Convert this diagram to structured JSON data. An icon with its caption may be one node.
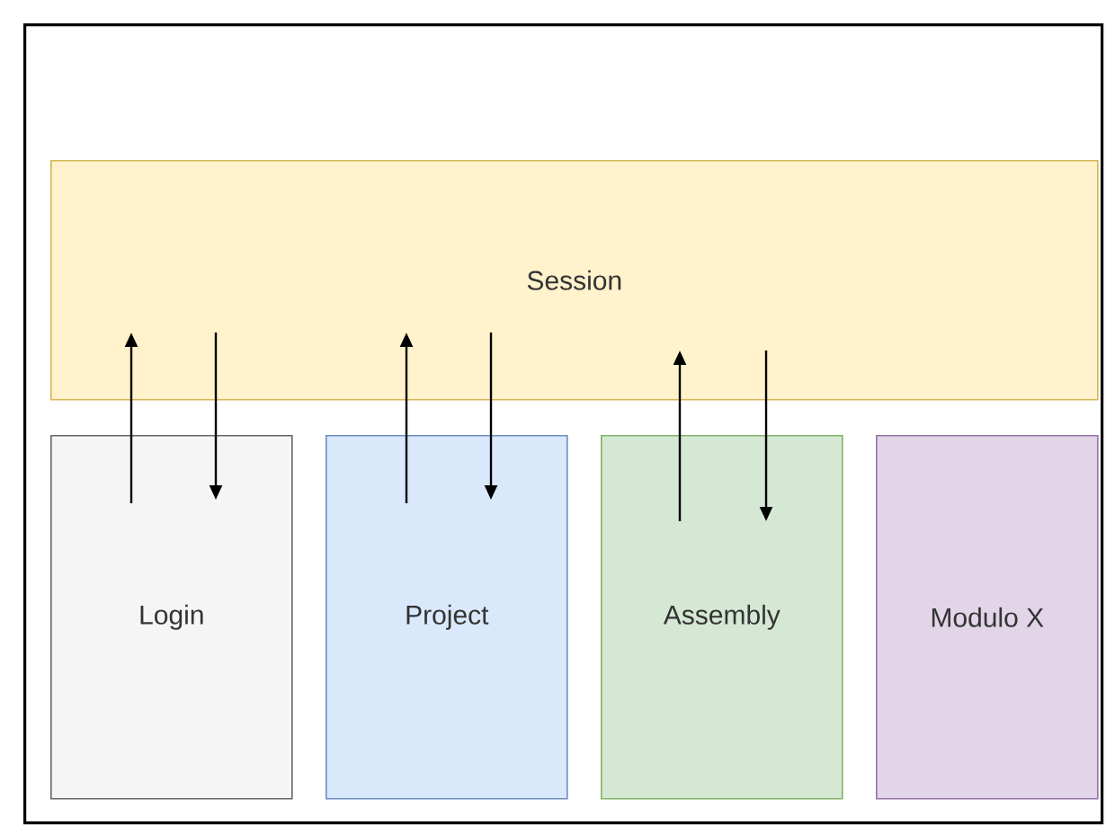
{
  "diagram": {
    "nodes": [
      {
        "text": [],
        "shape": "box"
      },
      {
        "text": [
          "Session"
        ],
        "in": 0
      },
      {
        "text": [
          "Login"
        ],
        "in": 0
      },
      {
        "text": [
          "Project"
        ],
        "in": 0
      },
      {
        "text": [
          "Assembly"
        ],
        "in": 0
      },
      {
        "text": [
          "Modulo X"
        ],
        "in": 0
      }
    ],
    "edges": [
      {
        "from": 2,
        "to": 1,
        "arrow": "to"
      },
      {
        "from": 1,
        "to": 2,
        "arrow": "to"
      },
      {
        "from": 3,
        "to": 1,
        "arrow": "to"
      },
      {
        "from": 1,
        "to": 3,
        "arrow": "to"
      },
      {
        "from": 4,
        "to": 1,
        "arrow": "to"
      },
      {
        "from": 1,
        "to": 4,
        "arrow": "to"
      }
    ]
  }
}
